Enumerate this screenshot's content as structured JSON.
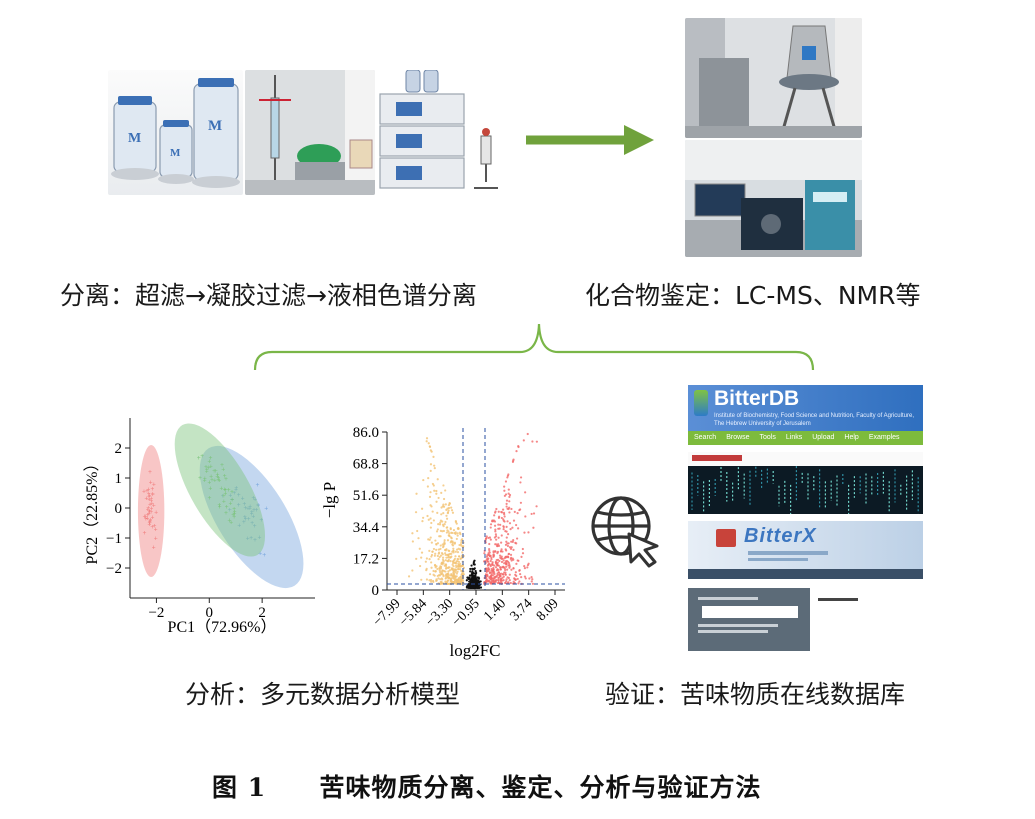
{
  "labels": {
    "separation": "分离：超滤→凝胶过滤→液相色谱分离",
    "identification": "化合物鉴定：LC-MS、NMR等",
    "analysis": "分析：多元数据分析模型",
    "validation": "验证：苦味物质在线数据库"
  },
  "caption": {
    "number": "图 1",
    "title": "苦味物质分离、鉴定、分析与验证方法"
  },
  "pca": {
    "xlabel": "PC1（72.96%）",
    "ylabel": "PC2（22.85%）",
    "xticks": [
      "−2",
      "0",
      "2"
    ],
    "yticks": [
      "2",
      "1",
      "0",
      "−1",
      "−2"
    ]
  },
  "volcano": {
    "ylabel": "−lg P",
    "xlabel": "log2FC",
    "yticks": [
      "86.0",
      "68.8",
      "51.6",
      "34.4",
      "17.2",
      "0"
    ],
    "xticks": [
      "−7.99",
      "−5.84",
      "−3.30",
      "−0.95",
      "1.40",
      "3.74",
      "8.09"
    ]
  },
  "databases": {
    "bitterdb_title": "BitterDB",
    "bitterdb_subtitle": "Institute of Biochemistry, Food Science and Nutrition, Faculty of Agriculture, The Hebrew University of Jerusalem",
    "bitterdb_nav": [
      "Search",
      "Browse",
      "Tools",
      "Links",
      "Upload",
      "Help",
      "Examples"
    ],
    "bitterx_title": "BitterX"
  },
  "colors": {
    "arrow": "#70a23c",
    "brace": "#7ab648",
    "pca_red": "#f08080",
    "pca_green": "#7cc47c",
    "pca_blue": "#7aa7de",
    "volcano_orange": "#f2c374",
    "volcano_red": "#f26a6a",
    "volcano_black": "#111111"
  }
}
